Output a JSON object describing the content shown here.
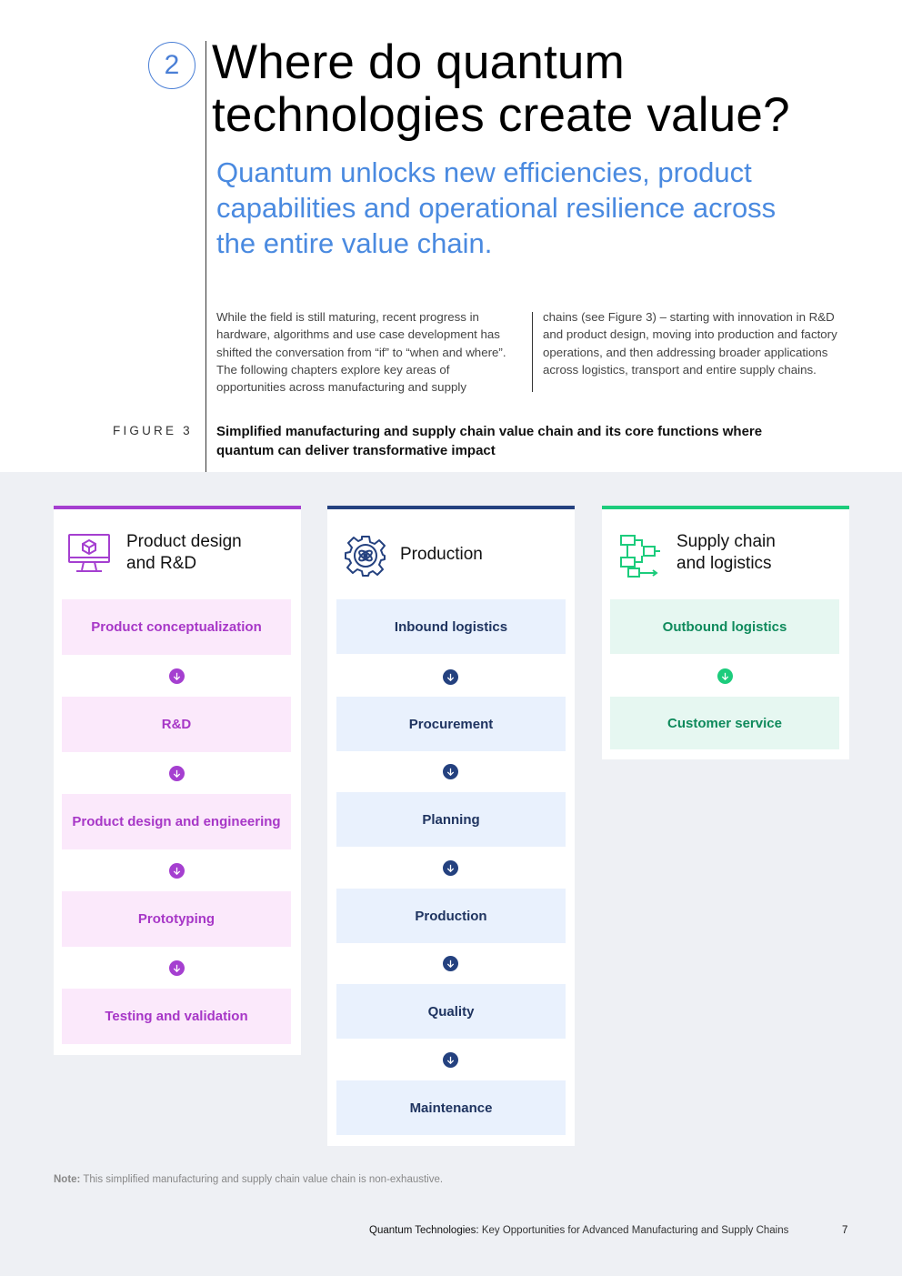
{
  "chapter": {
    "number": "2"
  },
  "title": "Where do quantum technologies create value?",
  "subtitle": "Quantum unlocks new efficiencies, product capabilities and operational resilience across the entire value chain.",
  "body": {
    "col1": "While the field is still maturing, recent progress in hardware, algorithms and use case development has shifted the conversation from “if” to “when and where”. The following chapters explore key areas of opportunities across manufacturing and supply",
    "col2": "chains (see Figure 3) – starting with innovation in R&D and product design, moving into production and factory operations, and then addressing broader applications across logistics, transport and entire supply chains."
  },
  "figure": {
    "label": "FIGURE 3",
    "caption": "Simplified manufacturing and supply chain value chain and its core functions where quantum can deliver transformative impact"
  },
  "panels": [
    {
      "title_line1": "Product design",
      "title_line2": "and R&D",
      "icon": "monitor-cube-icon",
      "color": "#a53fd0",
      "steps": [
        "Product conceptualization",
        "R&D",
        "Product design and engineering",
        "Prototyping",
        "Testing and validation"
      ]
    },
    {
      "title_line1": "Production",
      "title_line2": "",
      "icon": "gear-atom-icon",
      "color": "#24417f",
      "steps": [
        "Inbound logistics",
        "Procurement",
        "Planning",
        "Production",
        "Quality",
        "Maintenance"
      ]
    },
    {
      "title_line1": "Supply chain",
      "title_line2": "and logistics",
      "icon": "flow-boxes-icon",
      "color": "#1ccc7c",
      "steps": [
        "Outbound logistics",
        "Customer service"
      ]
    }
  ],
  "note": {
    "label": "Note:",
    "text": "This simplified manufacturing and supply chain value chain is non-exhaustive."
  },
  "footer": {
    "bold": "Quantum Technologies:",
    "text": "Key Opportunities for Advanced Manufacturing and Supply Chains",
    "page": "7"
  }
}
